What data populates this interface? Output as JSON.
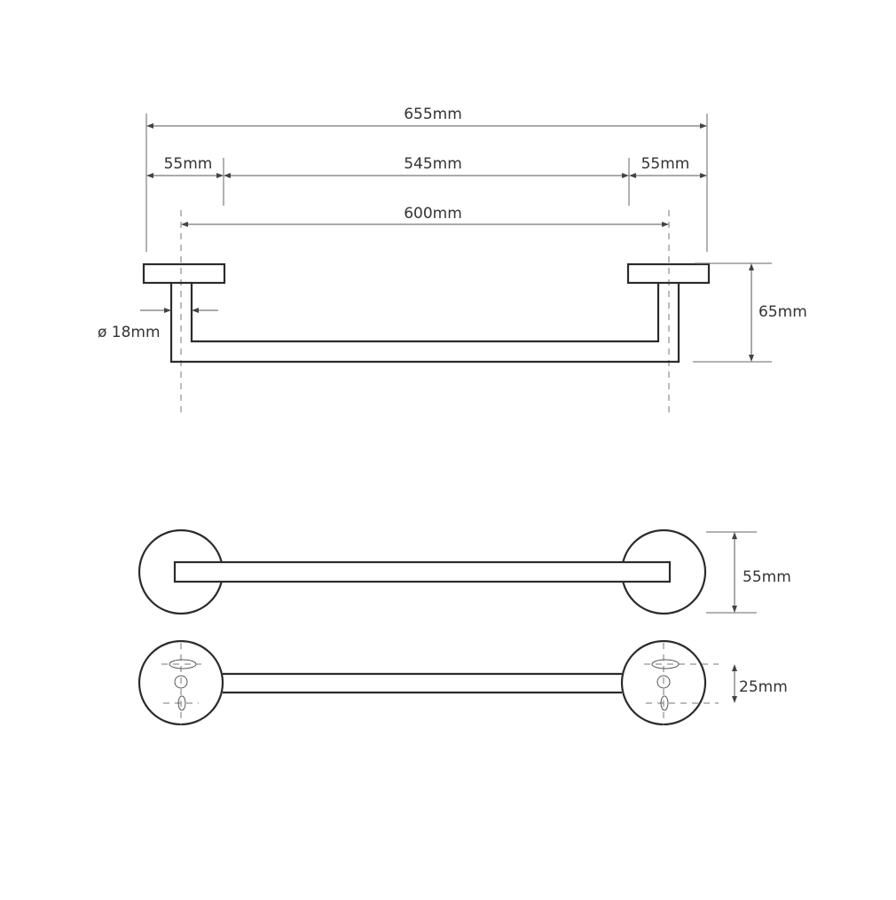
{
  "dimensions": {
    "overall_width": "655mm",
    "left_offset": "55mm",
    "bar_length": "545mm",
    "right_offset": "55mm",
    "center_distance": "600mm",
    "tube_diameter": "ø 18mm",
    "projection": "65mm",
    "base_diameter": "55mm",
    "hole_spacing": "25mm"
  },
  "colors": {
    "line": "#2b2b2b",
    "dimension_line": "#555555",
    "text": "#333333",
    "background": "#ffffff"
  }
}
